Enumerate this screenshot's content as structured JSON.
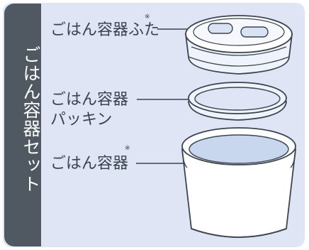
{
  "side_title": "ごはん容器セット",
  "labels": {
    "lid": "ごはん容器ふた",
    "packing_line1": "ごはん容器",
    "packing_line2": "パッキン",
    "container": "ごはん容器",
    "note_mark": "※"
  },
  "colors": {
    "panel": "#dfe5f5",
    "side_tab": "#505862",
    "line": "#3a4550",
    "part_fill": "#ffffff",
    "part_shade": "#c9d7ee"
  }
}
